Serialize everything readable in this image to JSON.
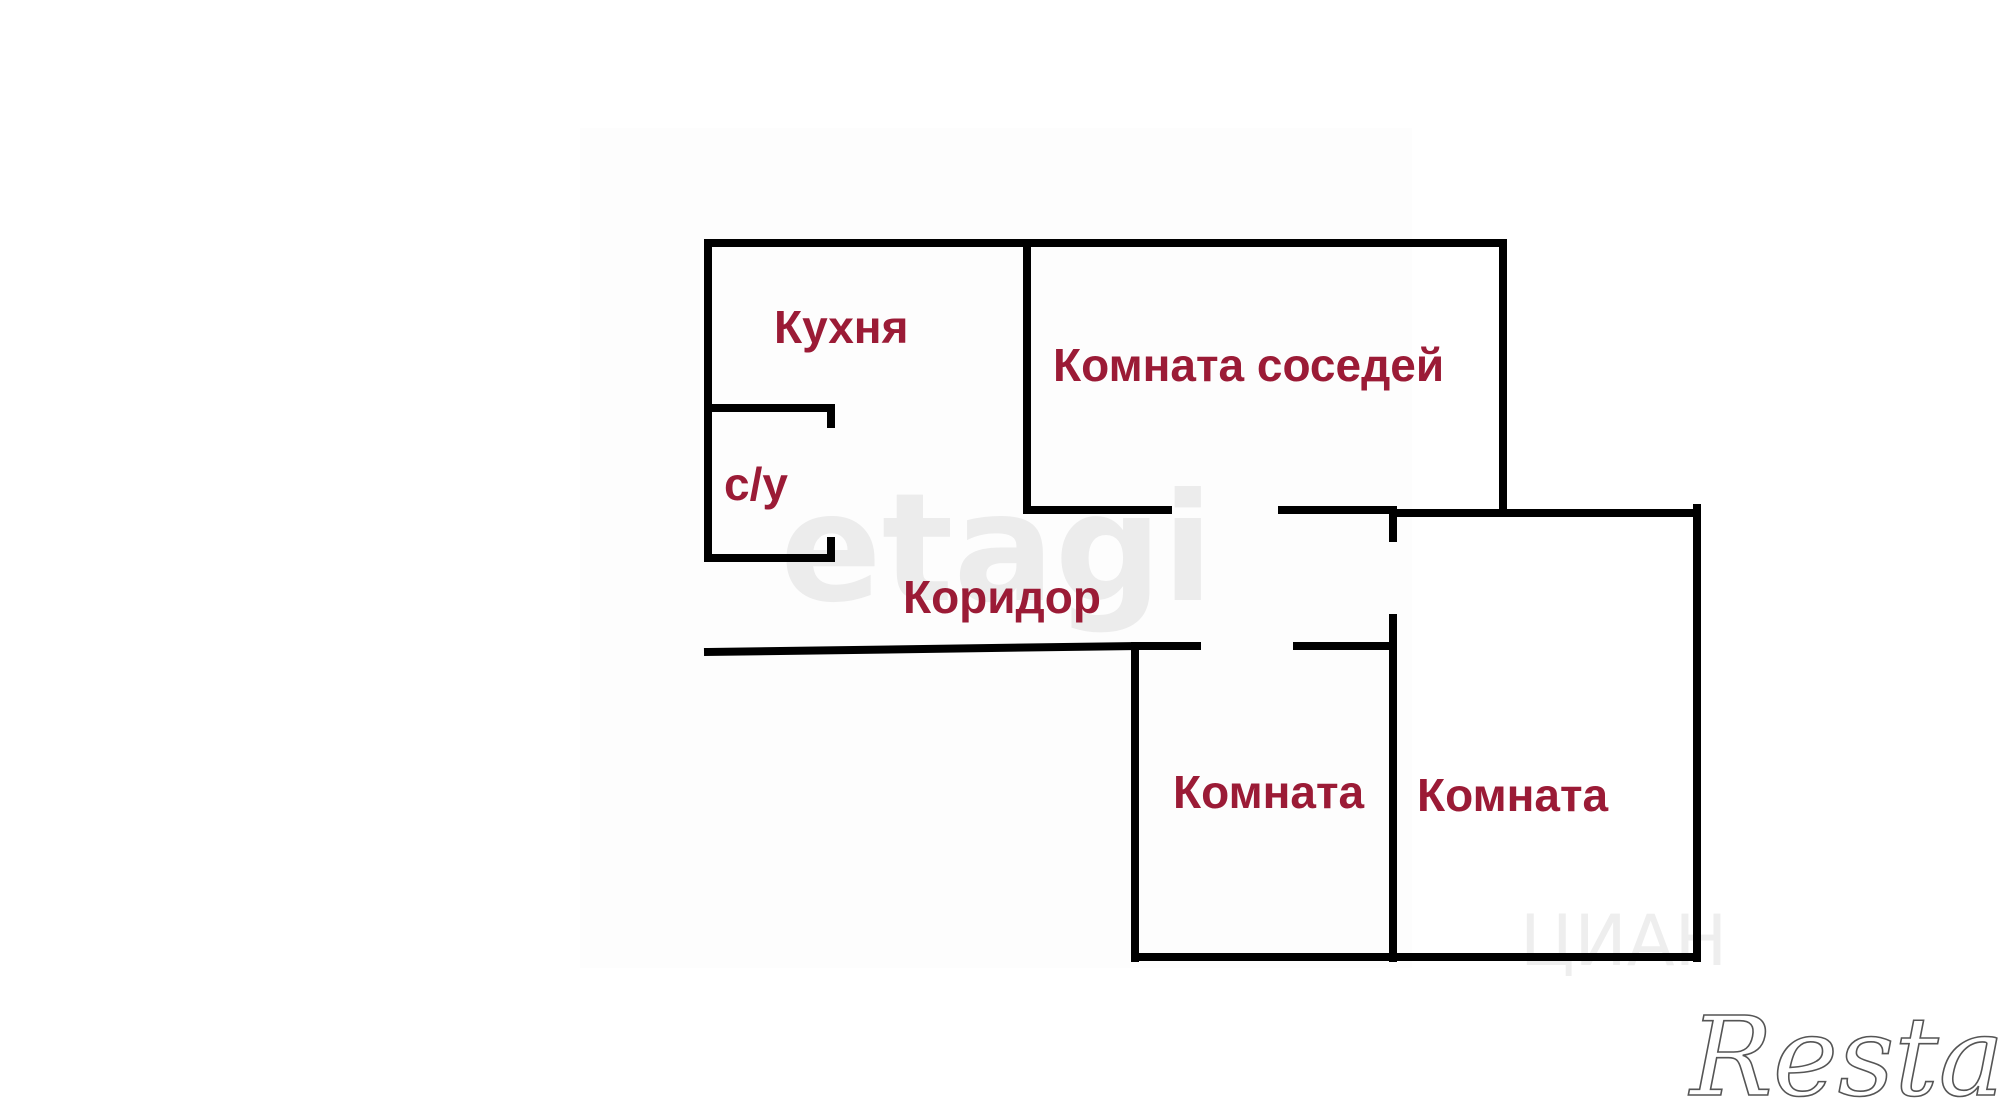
{
  "colors": {
    "label": "#9b1b36",
    "wall": "#000000",
    "background": "#ffffff"
  },
  "rooms": {
    "kitchen": "Кухня",
    "neighbors_room": "Комната соседей",
    "bathroom": "с/у",
    "corridor": "Коридор",
    "room_1": "Комната",
    "room_2": "Комната"
  },
  "watermarks": {
    "etagi": "etagi",
    "cian": "ЦИАН",
    "restate": "Restate"
  }
}
